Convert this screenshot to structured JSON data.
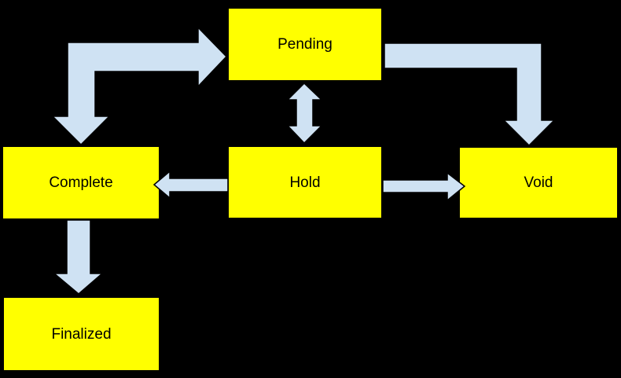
{
  "diagram": {
    "type": "flowchart",
    "nodes": [
      {
        "id": "pending",
        "label": "Pending"
      },
      {
        "id": "complete",
        "label": "Complete"
      },
      {
        "id": "hold",
        "label": "Hold"
      },
      {
        "id": "void",
        "label": "Void"
      },
      {
        "id": "finalized",
        "label": "Finalized"
      }
    ],
    "edges": [
      {
        "from": "complete",
        "to": "pending",
        "direction": "both",
        "style": "elbow"
      },
      {
        "from": "pending",
        "to": "void",
        "direction": "forward",
        "style": "elbow"
      },
      {
        "from": "pending",
        "to": "hold",
        "direction": "both",
        "style": "straight"
      },
      {
        "from": "hold",
        "to": "complete",
        "direction": "forward",
        "style": "straight"
      },
      {
        "from": "hold",
        "to": "void",
        "direction": "forward",
        "style": "straight"
      },
      {
        "from": "complete",
        "to": "finalized",
        "direction": "forward",
        "style": "straight"
      }
    ]
  },
  "colors": {
    "background": "#000000",
    "node_fill": "#ffff00",
    "node_border": "#000000",
    "node_text": "#000000",
    "arrow_fill": "#cfe2f3",
    "arrow_outline": "#000000"
  }
}
